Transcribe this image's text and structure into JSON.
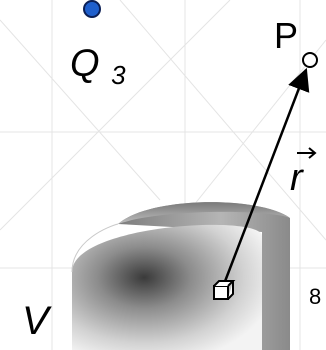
{
  "labels": {
    "q3": "Q",
    "q3_sub": "3",
    "p": "P",
    "r_vec": "r",
    "volume": "V",
    "page_fragment": "8"
  },
  "colors": {
    "q3_charge": "#1f5fcc",
    "q3_outline": "#0b1f55",
    "grid": "#e4e4e4",
    "vector": "#000000"
  },
  "icons": {
    "charge": "filled-circle",
    "point": "open-circle",
    "volume_element": "cube"
  }
}
